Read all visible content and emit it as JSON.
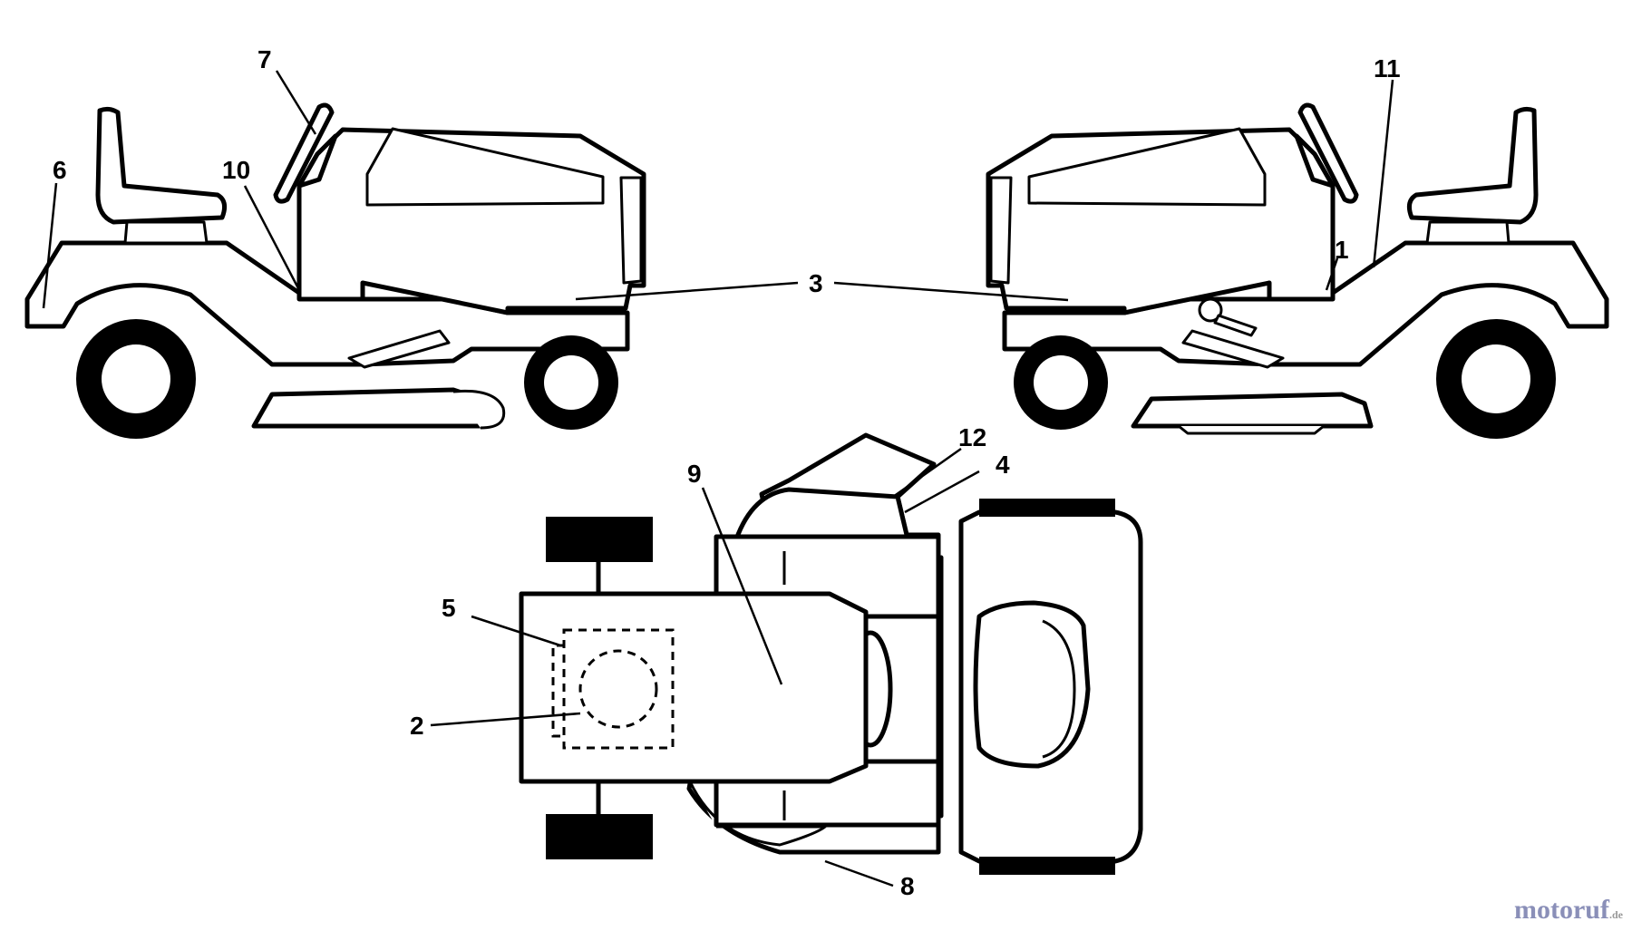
{
  "callouts": {
    "c1": "1",
    "c2": "2",
    "c3": "3",
    "c4": "4",
    "c5": "5",
    "c6": "6",
    "c7": "7",
    "c8": "8",
    "c9": "9",
    "c10": "10",
    "c11": "11",
    "c12": "12"
  },
  "watermark": {
    "brand": "motoruf",
    "suffix": ".de"
  }
}
